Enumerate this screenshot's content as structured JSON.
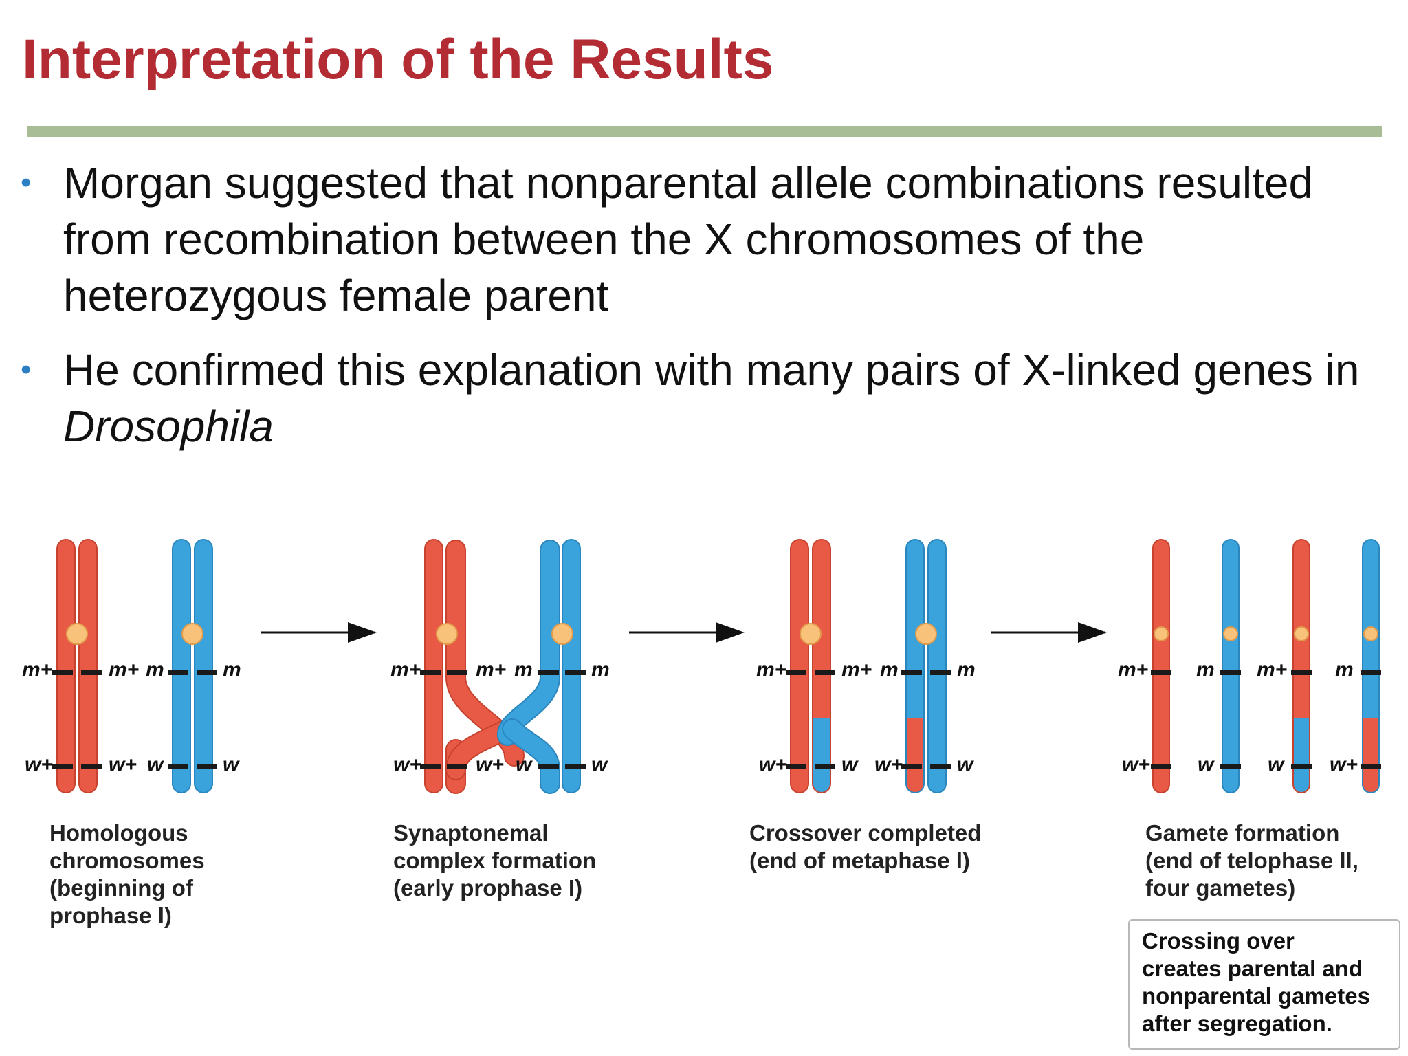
{
  "title": "Interpretation of the Results",
  "colors": {
    "title": "#b32b33",
    "rule": "#a8bc96",
    "bullet": "#2c7fc2",
    "chromosome_red": "#e85a45",
    "chromosome_blue": "#3aa3dc",
    "centromere": "#f8c27a"
  },
  "bullets": [
    {
      "text": "Morgan suggested that nonparental allele combinations resulted from recombination between the X chromosomes of the heterozygous female parent"
    },
    {
      "text": "He confirmed this explanation with many pairs of X-linked genes in ",
      "italic": "Drosophila"
    }
  ],
  "figure": {
    "gene_labels": {
      "m_plus": "m+",
      "m": "m",
      "w_plus": "w+",
      "w": "w"
    },
    "captions": [
      "Homologous\nchromosomes\n(beginning of\nprophase I)",
      "Synaptonemal\ncomplex formation\n(early prophase I)",
      "Crossover completed\n(end of metaphase I)",
      "Gamete formation\n(end of telophase II,\nfour gametes)"
    ],
    "note": "Crossing over\ncreates parental and\nnonparental gametes\nafter segregation."
  }
}
